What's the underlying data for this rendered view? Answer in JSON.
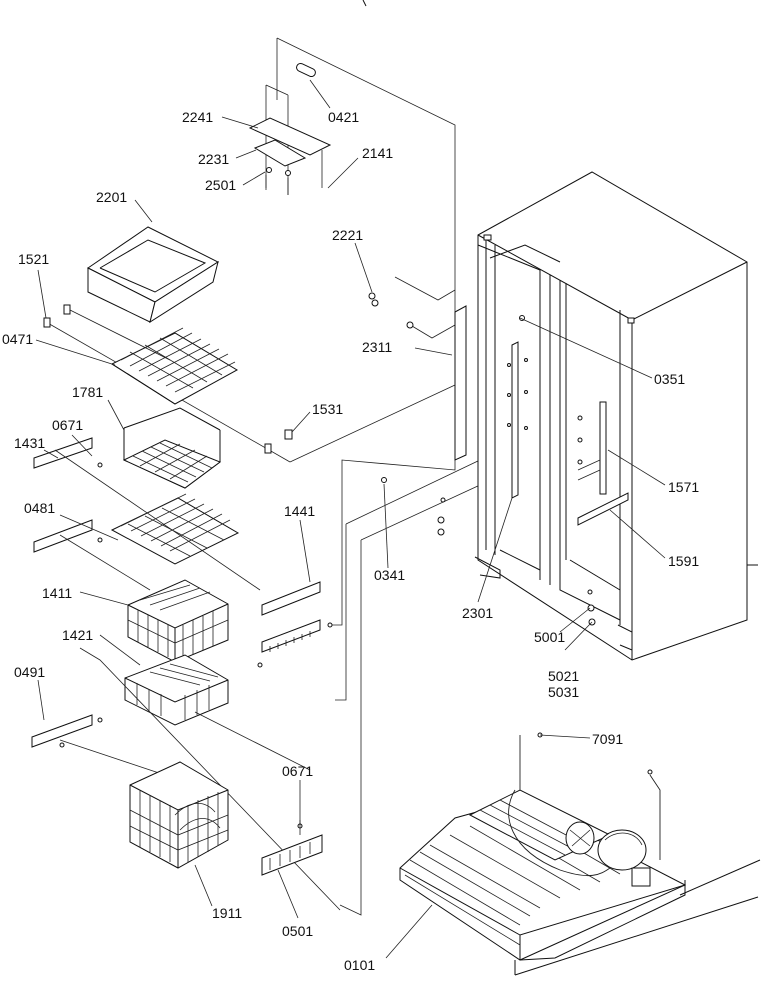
{
  "diagram": {
    "callouts": [
      {
        "id": "0421",
        "label": "0421"
      },
      {
        "id": "2241",
        "label": "2241"
      },
      {
        "id": "2231",
        "label": "2231"
      },
      {
        "id": "2141",
        "label": "2141"
      },
      {
        "id": "2501",
        "label": "2501"
      },
      {
        "id": "2201",
        "label": "2201"
      },
      {
        "id": "2221",
        "label": "2221"
      },
      {
        "id": "1521",
        "label": "1521"
      },
      {
        "id": "0471",
        "label": "0471"
      },
      {
        "id": "2311",
        "label": "2311"
      },
      {
        "id": "0351",
        "label": "0351"
      },
      {
        "id": "1781",
        "label": "1781"
      },
      {
        "id": "1531",
        "label": "1531"
      },
      {
        "id": "0671a",
        "label": "0671"
      },
      {
        "id": "1431",
        "label": "1431"
      },
      {
        "id": "1571",
        "label": "1571"
      },
      {
        "id": "0481",
        "label": "0481"
      },
      {
        "id": "1441",
        "label": "1441"
      },
      {
        "id": "1591",
        "label": "1591"
      },
      {
        "id": "0341",
        "label": "0341"
      },
      {
        "id": "1411",
        "label": "1411"
      },
      {
        "id": "2301",
        "label": "2301"
      },
      {
        "id": "5001",
        "label": "5001"
      },
      {
        "id": "1421",
        "label": "1421"
      },
      {
        "id": "5021",
        "label": "5021"
      },
      {
        "id": "5031",
        "label": "5031"
      },
      {
        "id": "0491",
        "label": "0491"
      },
      {
        "id": "7091",
        "label": "7091"
      },
      {
        "id": "0671b",
        "label": "0671"
      },
      {
        "id": "1911",
        "label": "1911"
      },
      {
        "id": "0501",
        "label": "0501"
      },
      {
        "id": "0101",
        "label": "0101"
      }
    ]
  }
}
